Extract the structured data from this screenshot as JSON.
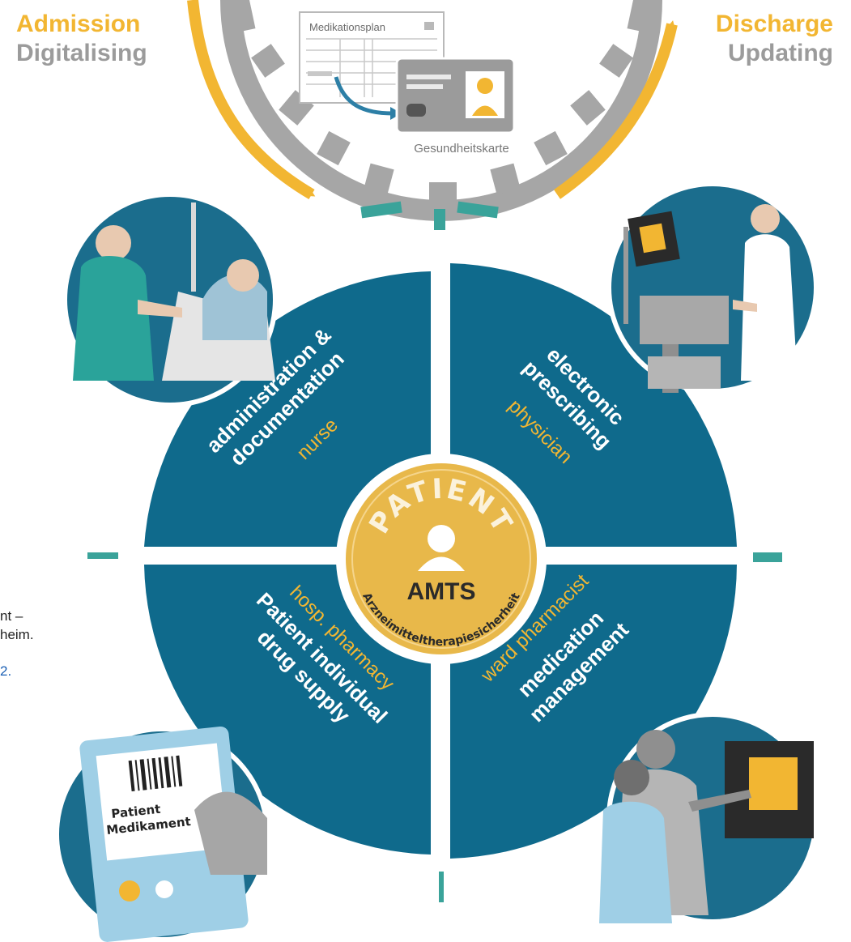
{
  "header": {
    "left_top": "Admission",
    "left_bottom": "Digitalising",
    "right_top": "Discharge",
    "right_bottom": "Updating"
  },
  "gear": {
    "card_title": "Medikationsplan",
    "card_label": "Gesundheitskarte"
  },
  "quadrants": {
    "top_left": {
      "line1": "administration &",
      "line2": "documentation",
      "role": "nurse"
    },
    "top_right": {
      "line1": "electronic",
      "line2": "prescribing",
      "role": "physician"
    },
    "bottom_left": {
      "role": "hosp. pharmacy",
      "line1": "Patient individual",
      "line2": "drug supply"
    },
    "bottom_right": {
      "role": "ward pharmacist",
      "line1": "medication",
      "line2": "management"
    }
  },
  "center": {
    "arc_top": "PATIENT",
    "title": "AMTS",
    "arc_bottom": "Arzneimitteltherapiesicherheit"
  },
  "packaging": {
    "line1": "Patient",
    "line2": "Medikament"
  },
  "fragments": {
    "line1": "nt –",
    "line2": "heim.",
    "line3": "2."
  },
  "colors": {
    "teal_dark": "#0f6a8c",
    "gold": "#f2b632",
    "gray_text": "#9b9b9b",
    "accent_teal": "#3aa39a",
    "gear_gray": "#9a9a9a"
  }
}
